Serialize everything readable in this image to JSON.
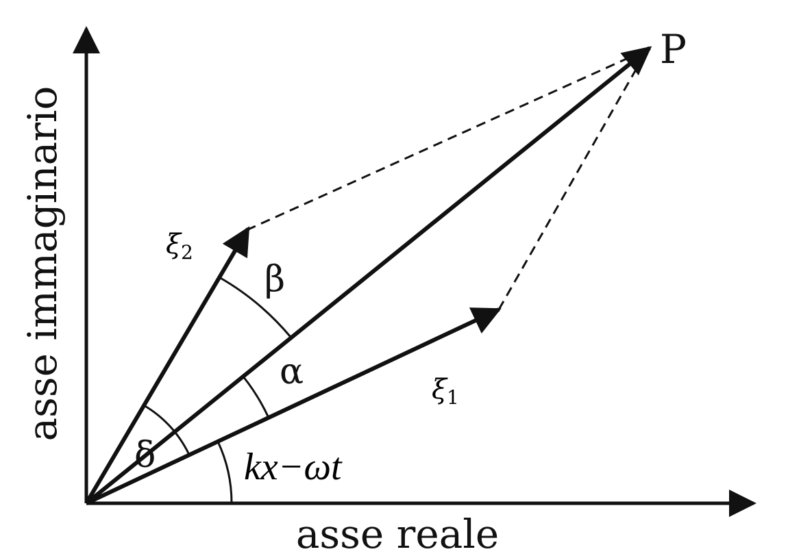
{
  "axes": {
    "x_label": "asse reale",
    "y_label": "asse immaginario"
  },
  "vectors": {
    "xi1": {
      "symbol": "ξ",
      "subscript": "1"
    },
    "xi2": {
      "symbol": "ξ",
      "subscript": "2"
    },
    "resultant_point": "P"
  },
  "angles": {
    "alpha": "α",
    "beta": "β",
    "delta": "δ",
    "phase": "kx−ωt"
  },
  "colors": {
    "ink": "#111111",
    "background": "#ffffff"
  }
}
